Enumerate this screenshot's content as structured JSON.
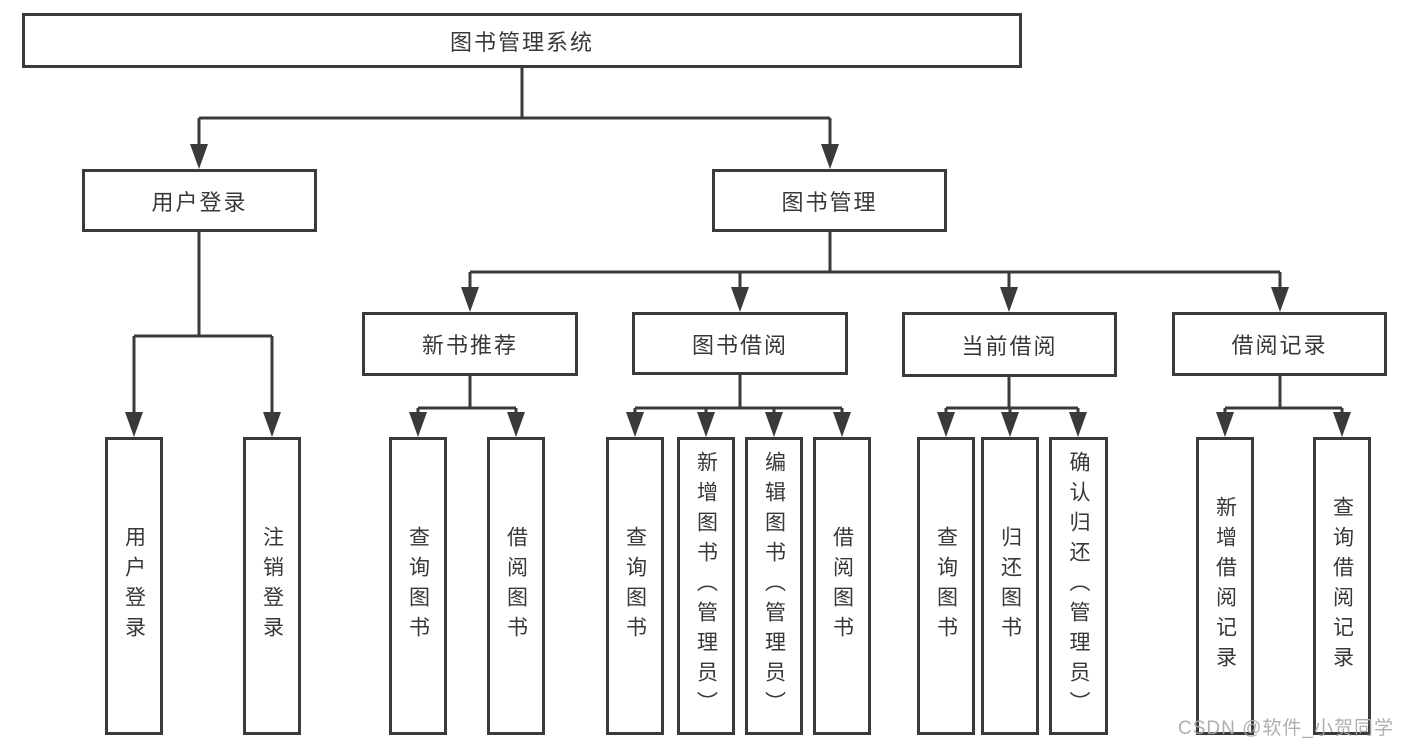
{
  "diagram": {
    "tree": {
      "label": "图书管理系统",
      "children": [
        {
          "label": "用户登录",
          "children": [
            {
              "label": "用户登录"
            },
            {
              "label": "注销登录"
            }
          ]
        },
        {
          "label": "图书管理",
          "children": [
            {
              "label": "新书推荐",
              "children": [
                {
                  "label": "查询图书"
                },
                {
                  "label": "借阅图书"
                }
              ]
            },
            {
              "label": "图书借阅",
              "children": [
                {
                  "label": "查询图书"
                },
                {
                  "label": "新增图书（管理员）"
                },
                {
                  "label": "编辑图书（管理员）"
                },
                {
                  "label": "借阅图书"
                }
              ]
            },
            {
              "label": "当前借阅",
              "children": [
                {
                  "label": "查询图书"
                },
                {
                  "label": "归还图书"
                },
                {
                  "label": "确认归还（管理员）"
                }
              ]
            },
            {
              "label": "借阅记录",
              "children": [
                {
                  "label": "新增借阅记录"
                },
                {
                  "label": "查询借阅记录"
                }
              ]
            }
          ]
        }
      ]
    },
    "line_color": "#3a3a3a"
  },
  "watermark": {
    "text": "CSDN @软件_小贺同学"
  }
}
